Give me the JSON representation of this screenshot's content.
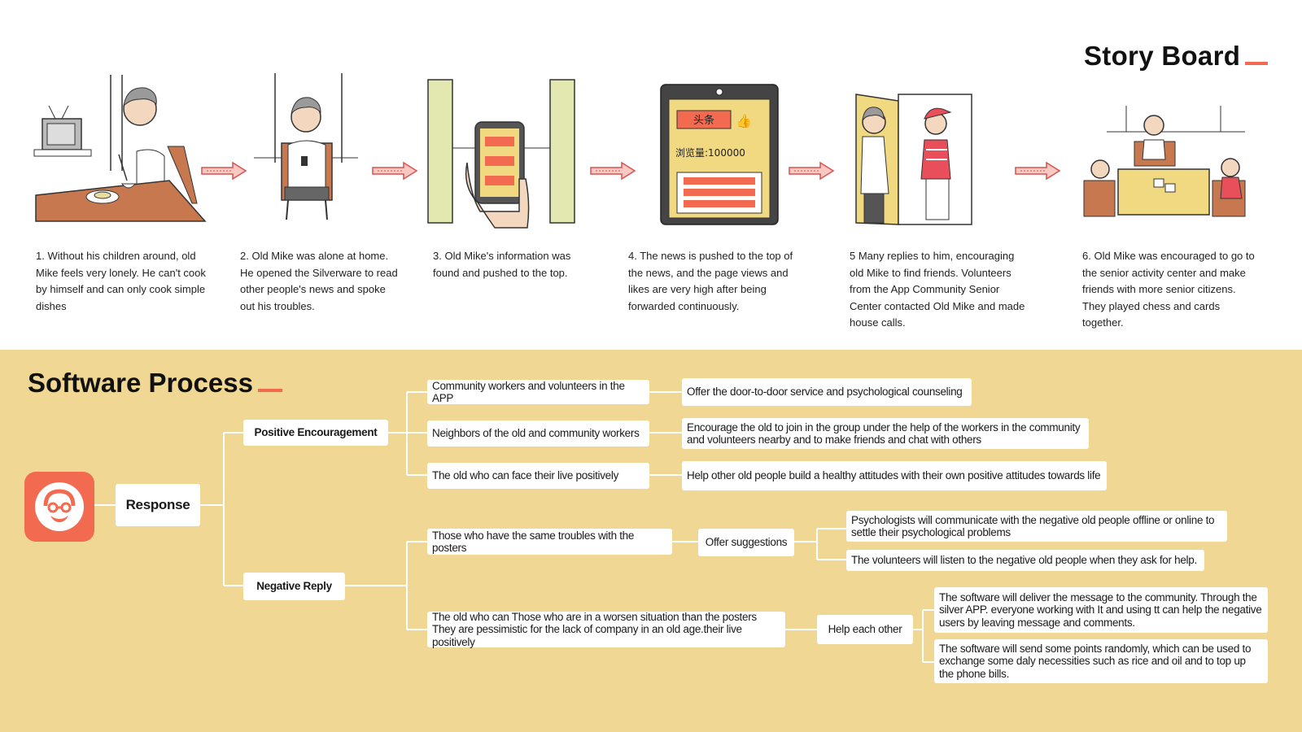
{
  "storyboard": {
    "title": "Story Board",
    "captions": [
      "1. Without his children around, old Mike feels very lonely. He can't cook by himself and can only cook simple dishes",
      "2. Old Mike was alone at home. He opened the Silverware to read other people's news and spoke out his troubles.",
      "3. Old Mike's information was found and pushed to the top.",
      "4. The news is pushed to the top of the news, and the page views and likes are very high after being forwarded continuously.",
      "5 Many replies to him, encouraging old Mike to find friends. Volunteers from the App Community Senior Center contacted Old Mike and made house calls.",
      "6. Old Mike was encouraged to go to the senior activity center and make friends with more senior citizens. They played chess and cards together."
    ],
    "phone_text": {
      "headline": "头条",
      "views": "浏览量:100000"
    },
    "icons": [
      "storyboard-arrow-icon"
    ]
  },
  "process": {
    "title": "Software Process",
    "app_icon": "old-man-face-icon",
    "response": "Response",
    "positive": {
      "label": "Positive Encouragement",
      "items": [
        {
          "who": "Community workers and volunteers in the APP",
          "what": "Offer the door-to-door service and psychological counseling"
        },
        {
          "who": "Neighbors of the old and community workers",
          "what": "Encourage the old to join in the group under the help of the workers in the community and volunteers nearby and to make friends and chat with others"
        },
        {
          "who": "The old who can face their live positively",
          "what": "Help other old people build a healthy attitudes with their own positive attitudes towards life"
        }
      ]
    },
    "negative": {
      "label": "Negative Reply",
      "branch1": {
        "who": "Those who have the same troubles with the posters",
        "action": "Offer suggestions",
        "results": [
          "Psychologists will communicate with the negative old people offline or online to settle their psychological problems",
          "The volunteers will listen to the negative old people when they ask for help."
        ]
      },
      "branch2": {
        "who": "The old who can Those who are in a worsen situation than the posters They are pessimistic for the lack of company in an old age.their live positively",
        "action": "Help each other",
        "results": [
          "The software will deliver the message to the community. Through the silver APP. everyone working with It and using tt can help the negative users by leaving message and comments.",
          "The software will send some points randomly, which can be used to exchange some daly necessities such as rice and oil and to top up the phone bills."
        ]
      }
    },
    "colors": {
      "accent": "#f26a4f",
      "panel": "#f0d794",
      "box": "#ffffff"
    }
  }
}
